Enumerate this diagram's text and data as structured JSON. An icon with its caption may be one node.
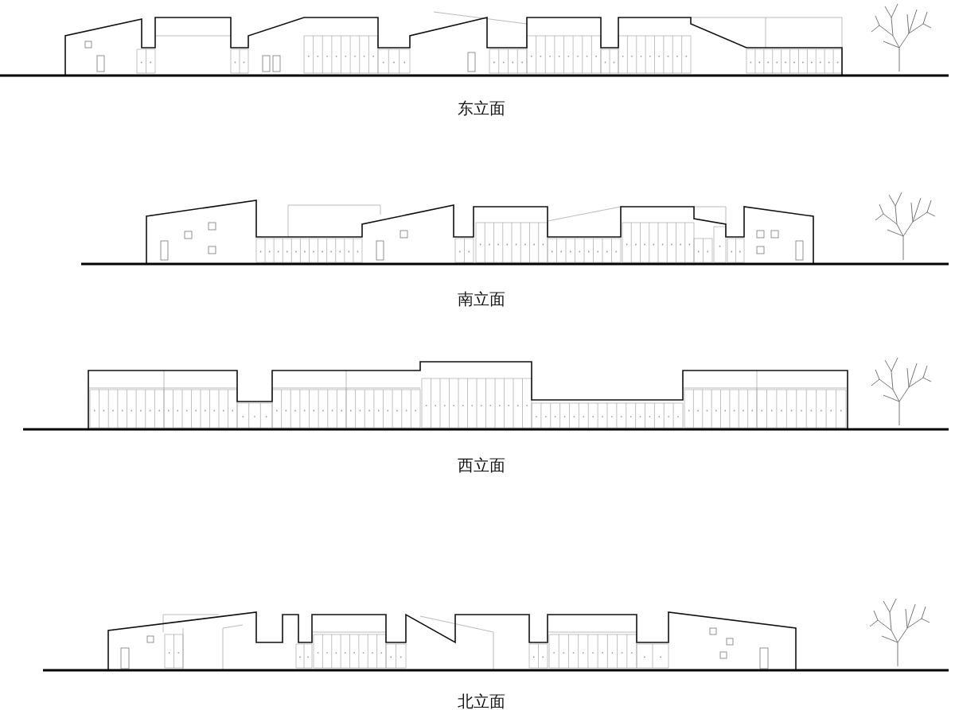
{
  "diagram": {
    "labels": [
      "东立面",
      "南立面",
      "西立面",
      "北立面"
    ]
  }
}
